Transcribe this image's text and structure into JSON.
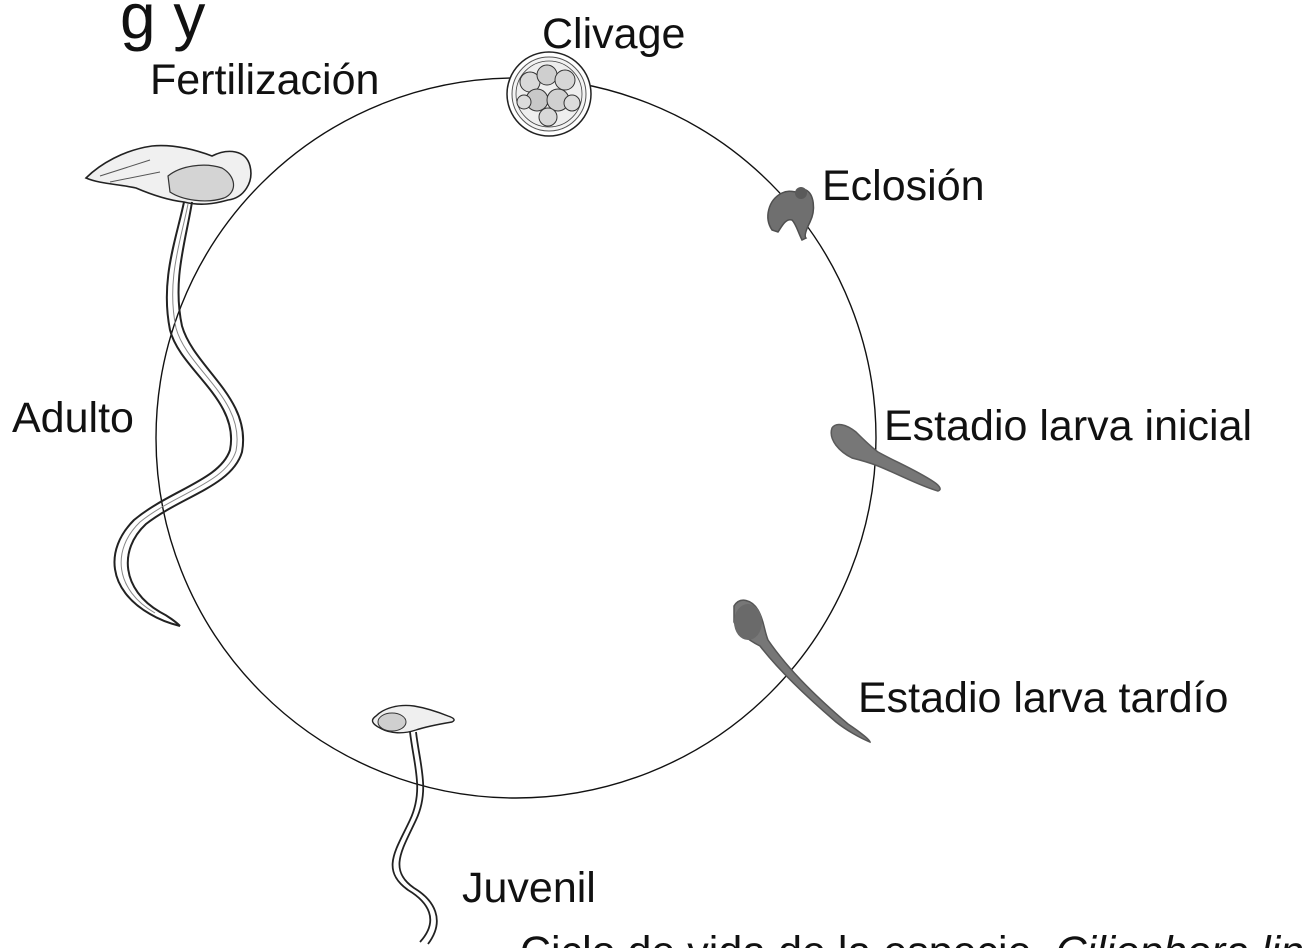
{
  "title_fragment": "g   y",
  "caption_fragments": {
    "regular": "Ciclo de vida de la especie",
    "italic": "Ciliophora lin"
  },
  "stages": {
    "clivage": "Clivage",
    "fertilizacion": "Fertilización",
    "eclocion": "Eclosión",
    "larva_inicial": "Estadio larva inicial",
    "larva_tardio": "Estadio larva tardío",
    "juvenil": "Juvenil",
    "adulto": "Adulto"
  },
  "colors": {
    "line": "#111111",
    "larva": "#6f6f6f",
    "larva_dark": "#4f4f4f",
    "organism_outline": "#222222"
  }
}
